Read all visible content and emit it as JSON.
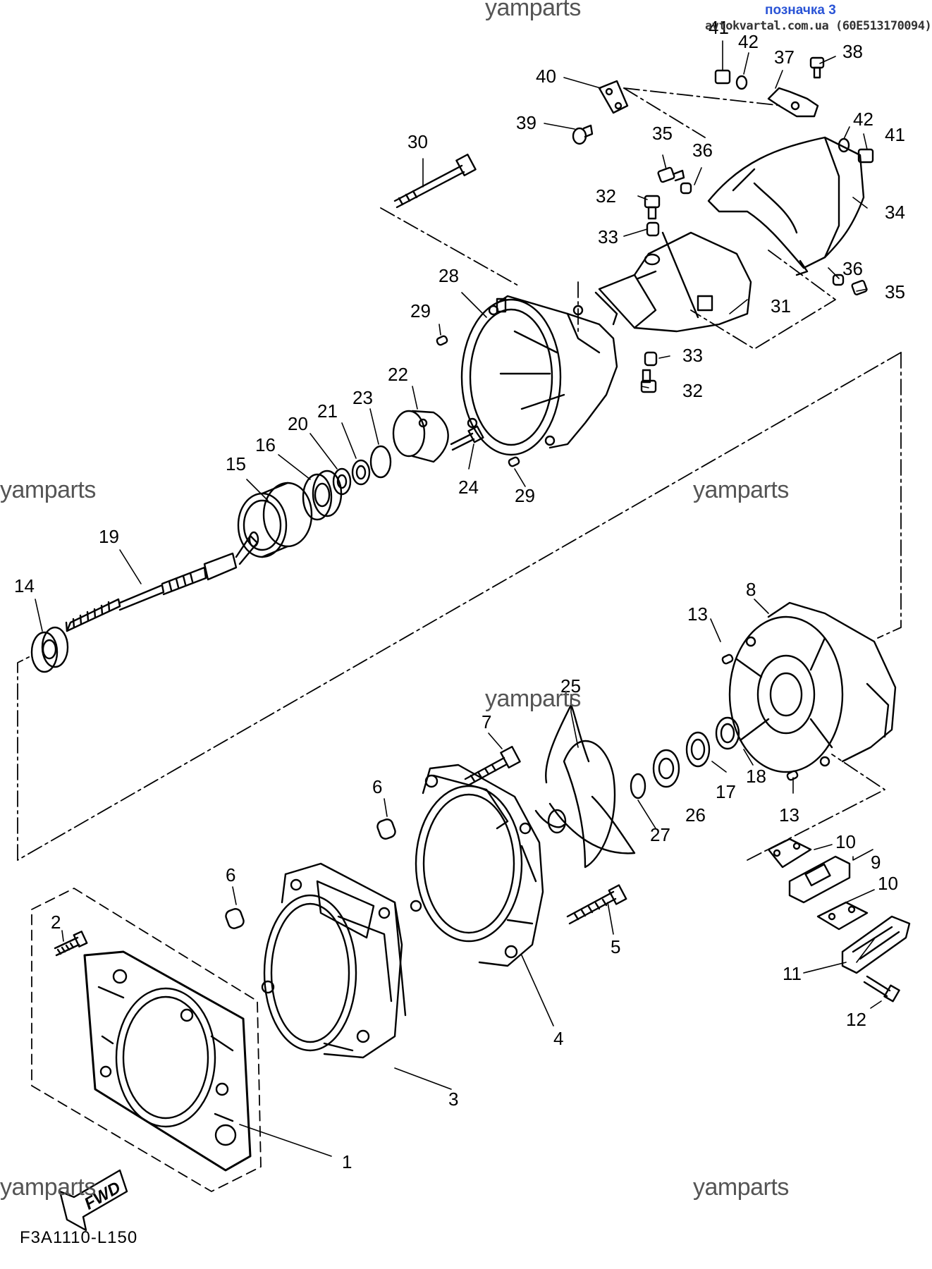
{
  "watermarks": [
    "yamparts",
    "yamparts",
    "yamparts",
    "yamparts",
    "yamparts",
    "yamparts"
  ],
  "stamp": {
    "label": "позначка 3",
    "site": "avtokvartal.com.ua (60E513170094)"
  },
  "diagram_code": "F3A1110-L150",
  "fwd_label": "FWD",
  "callouts": [
    "1",
    "2",
    "3",
    "4",
    "5",
    "6",
    "6",
    "7",
    "8",
    "9",
    "10",
    "10",
    "11",
    "12",
    "13",
    "13",
    "14",
    "15",
    "16",
    "17",
    "18",
    "19",
    "20",
    "21",
    "22",
    "23",
    "24",
    "25",
    "26",
    "27",
    "28",
    "29",
    "29",
    "30",
    "31",
    "32",
    "32",
    "33",
    "33",
    "34",
    "35",
    "35",
    "36",
    "36",
    "37",
    "38",
    "39",
    "40",
    "41",
    "41",
    "42",
    "42"
  ]
}
